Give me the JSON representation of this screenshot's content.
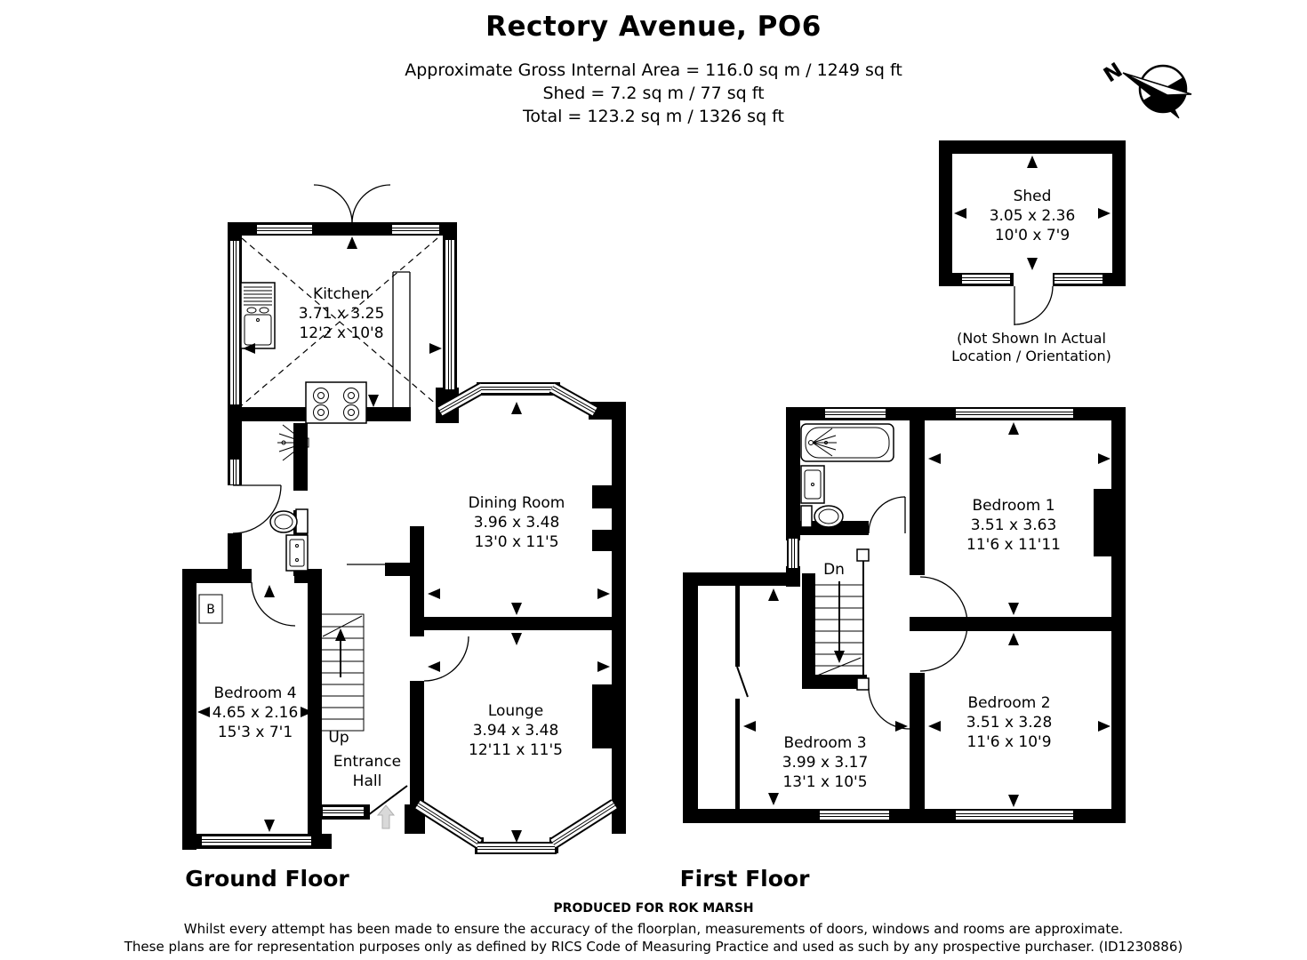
{
  "header": {
    "title": "Rectory Avenue, PO6",
    "line1": "Approximate Gross Internal Area = 116.0 sq m / 1249 sq ft",
    "line2": "Shed = 7.2 sq m / 77 sq ft",
    "line3": "Total = 123.2 sq m / 1326 sq ft"
  },
  "compass": {
    "north_label": "N"
  },
  "ground_floor": {
    "label": "Ground Floor",
    "kitchen": {
      "name": "Kitchen",
      "metric": "3.71 x 3.25",
      "imperial": "12'2 x 10'8"
    },
    "dining_room": {
      "name": "Dining Room",
      "metric": "3.96 x 3.48",
      "imperial": "13'0 x 11'5"
    },
    "lounge": {
      "name": "Lounge",
      "metric": "3.94 x 3.48",
      "imperial": "12'11 x 11'5"
    },
    "bedroom4": {
      "name": "Bedroom 4",
      "metric": "4.65 x 2.16",
      "imperial": "15'3 x 7'1"
    },
    "entrance_hall": {
      "line1": "Entrance",
      "line2": "Hall"
    },
    "stairs_label": "Up",
    "boiler_label": "B"
  },
  "first_floor": {
    "label": "First Floor",
    "bedroom1": {
      "name": "Bedroom 1",
      "metric": "3.51 x 3.63",
      "imperial": "11'6 x 11'11"
    },
    "bedroom2": {
      "name": "Bedroom 2",
      "metric": "3.51 x 3.28",
      "imperial": "11'6 x 10'9"
    },
    "bedroom3": {
      "name": "Bedroom 3",
      "metric": "3.99 x 3.17",
      "imperial": "13'1 x 10'5"
    },
    "stairs_label": "Dn"
  },
  "shed": {
    "name": "Shed",
    "metric": "3.05 x 2.36",
    "imperial": "10'0 x 7'9",
    "note1": "(Not Shown In Actual",
    "note2": "Location / Orientation)"
  },
  "footer": {
    "produced": "PRODUCED FOR ROK MARSH",
    "disclaimer1": "Whilst every attempt has been made to ensure the accuracy of the floorplan, measurements of doors, windows and rooms are approximate.",
    "disclaimer2": "These plans are for representation purposes only as defined by RICS Code of Measuring Practice and used as such by any prospective purchaser. (ID1230886)"
  }
}
